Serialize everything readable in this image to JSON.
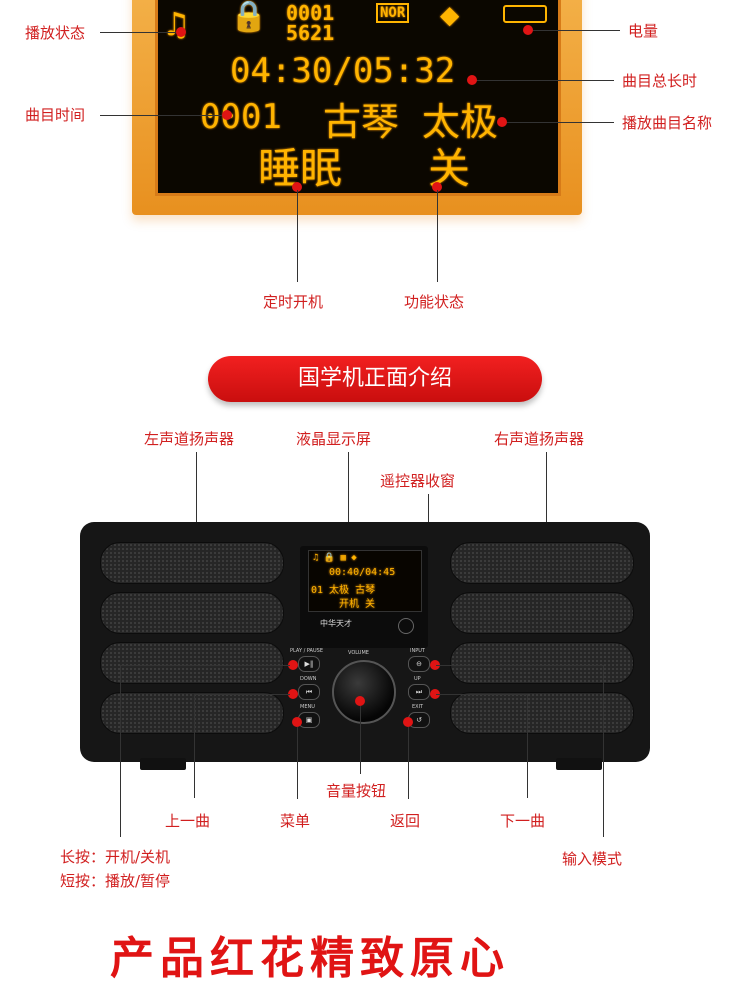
{
  "top_lcd": {
    "play_status_label": "播放状态",
    "track_time_label": "曲目时间",
    "battery_label": "电量",
    "total_time_label": "曲目总长时",
    "track_name_label": "播放曲目名称",
    "timer_on_label": "定时开机",
    "function_status_label": "功能状态",
    "display": {
      "track_no": "0001",
      "track_code": "5621",
      "mode": "NOR",
      "time": "04:30/05:32",
      "line3_num": "0001",
      "line3_title": "古琴 太极",
      "line4_a": "睡眠",
      "line4_b": "关"
    }
  },
  "banner": {
    "title": "国学机正面介绍"
  },
  "device_section": {
    "left_speaker": "左声道扬声器",
    "lcd_screen": "液晶显示屏",
    "right_speaker": "右声道扬声器",
    "remote_window": "遥控器收窗",
    "volume_knob": "音量按钮",
    "prev_track": "上一曲",
    "menu": "菜单",
    "back": "返回",
    "next_track": "下一曲",
    "long_press": "长按：开机/关机",
    "short_press": "短按：播放/暂停",
    "input_mode": "输入模式",
    "buttons": {
      "play_pause": "PLAY / PAUSE",
      "down": "DOWN",
      "menu": "MENU",
      "volume": "VOLUME",
      "input": "INPUT",
      "up": "UP",
      "exit": "EXIT"
    },
    "mini_lcd": {
      "time": "00:40/04:45",
      "line2": "01 太极 古琴",
      "line3": "开机  关"
    },
    "brand": "中华天才"
  },
  "bottom": {
    "title": "产品红花精致原心"
  }
}
